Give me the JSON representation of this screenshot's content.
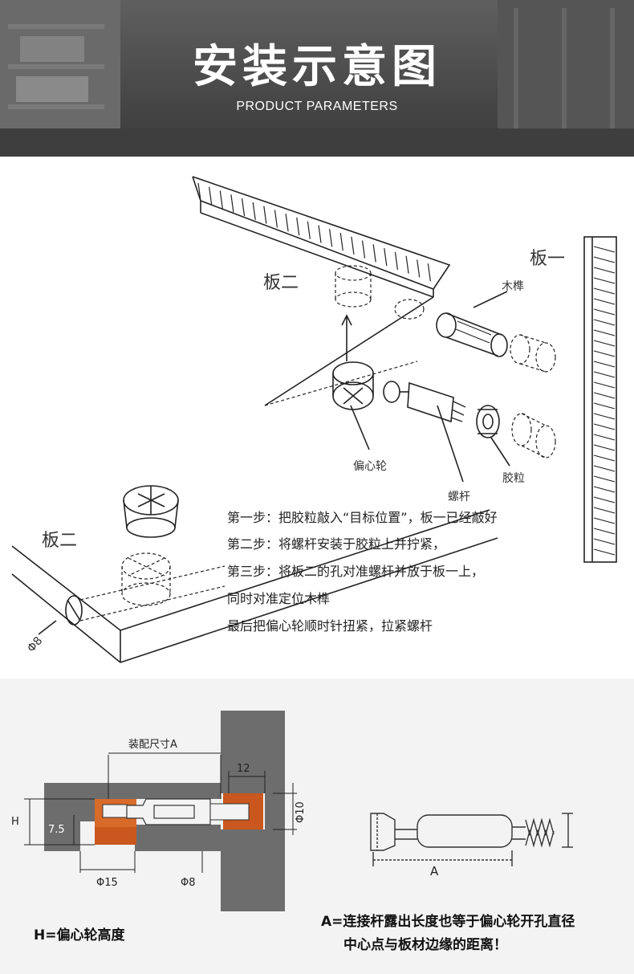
{
  "header": {
    "title": "安装示意图",
    "subtitle": "PRODUCT PARAMETERS"
  },
  "diagram": {
    "board_two_top": "板二",
    "board_one": "板一",
    "board_two_bottom": "板二",
    "dowel": "木榫",
    "cam": "偏心轮",
    "bolt": "螺杆",
    "insert": "胶粒",
    "hole_diameter": "Φ8",
    "steps": [
      "第一步：把胶粒敲入“目标位置”，板一已经敲好",
      "第二步：将螺杆安装于胶粒上并拧紧，",
      "第三步：将板二的孔对准螺杆并放于板一上，",
      "同时对准定位木榫",
      "最后把偏心轮顺时针扭紧，拉紧螺杆"
    ]
  },
  "dimensions": {
    "assembly_size": "装配尺寸A",
    "dim_12": "12",
    "dim_phi10": "Φ10",
    "dim_h": "H",
    "dim_75": "7.5",
    "dim_phi15": "Φ15",
    "dim_phi8": "Φ8",
    "dim_a": "A",
    "note_h": "H=偏心轮高度",
    "note_a_line1": "A=连接杆露出长度也等于偏心轮开孔直径",
    "note_a_line2": "中心点与板材边缘的距离！"
  },
  "colors": {
    "banner": "#4a4a4a",
    "board_gray": "#6d6d6d",
    "insert_orange": "#c9571e",
    "cam_orange": "#d86a2a"
  }
}
